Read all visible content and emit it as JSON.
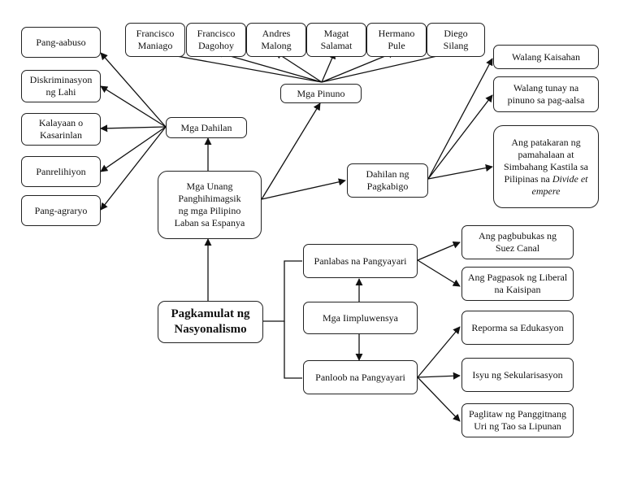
{
  "root": {
    "line1": "Pagkamulat ng",
    "line2": "Nasyonalismo"
  },
  "center": {
    "lines": [
      "Mga Unang",
      "Panghihimagsik",
      "ng mga Pilipino",
      "Laban sa Espanya"
    ]
  },
  "dahilan": {
    "label": "Mga Dahilan",
    "items": [
      {
        "lines": [
          "Pang-aabuso"
        ]
      },
      {
        "lines": [
          "Diskriminasyon",
          "ng Lahi"
        ]
      },
      {
        "lines": [
          "Kalayaan o",
          "Kasarinlan"
        ]
      },
      {
        "lines": [
          "Panrelihiyon"
        ]
      },
      {
        "lines": [
          "Pang-agraryo"
        ]
      }
    ]
  },
  "pinuno": {
    "label": "Mga Pinuno",
    "items": [
      {
        "lines": [
          "Francisco",
          "Maniago"
        ]
      },
      {
        "lines": [
          "Francisco",
          "Dagohoy"
        ]
      },
      {
        "lines": [
          "Andres",
          "Malong"
        ]
      },
      {
        "lines": [
          "Magat",
          "Salamat"
        ]
      },
      {
        "lines": [
          "Hermano",
          "Pule"
        ]
      },
      {
        "lines": [
          "Diego",
          "Silang"
        ]
      }
    ]
  },
  "pagkabigo": {
    "label_lines": [
      "Dahilan ng",
      "Pagkabigo"
    ],
    "items": [
      {
        "lines": [
          "Walang Kaisahan"
        ]
      },
      {
        "lines": [
          "Walang tunay na",
          "pinuno sa pag-aalsa"
        ]
      },
      {
        "lines": [
          "Ang patakaran ng",
          "pamahalaan at",
          "Simbahang Kastila sa",
          "Pilipinas na"
        ],
        "italic": "Divide et",
        "italic2": "empere"
      }
    ]
  },
  "implu": {
    "label": "Mga Iimpluwensya",
    "panlabas": {
      "label": "Panlabas na Pangyayari",
      "items": [
        {
          "lines": [
            "Ang pagbubukas  ng",
            "Suez Canal"
          ]
        },
        {
          "lines": [
            "Ang Pagpasok ng Liberal",
            "na Kaisipan"
          ]
        }
      ]
    },
    "panloob": {
      "label": "Panloob na Pangyayari",
      "items": [
        {
          "lines": [
            "Reporma sa Edukasyon"
          ]
        },
        {
          "lines": [
            "Isyu ng Sekularisasyon"
          ]
        },
        {
          "lines": [
            "Paglitaw ng Panggitnang",
            "Uri ng Tao sa Lipunan"
          ]
        }
      ]
    }
  }
}
